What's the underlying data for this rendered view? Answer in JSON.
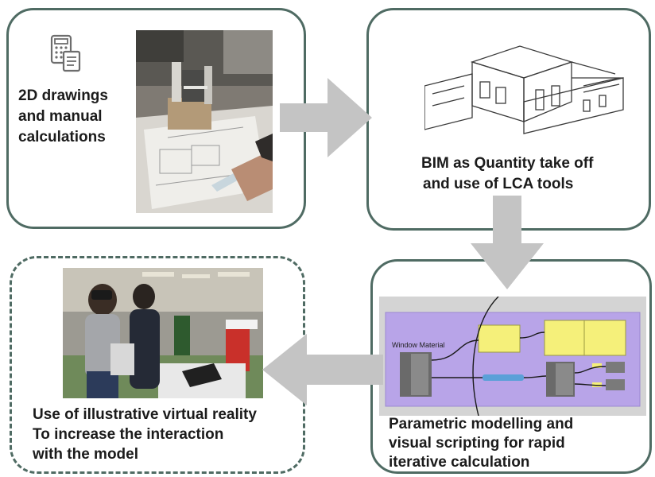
{
  "panels": {
    "drawings": {
      "line1": "2D drawings",
      "line2": "and manual",
      "line3": "calculations",
      "icon": "calculator-document-icon"
    },
    "bim": {
      "line1": "BIM as Quantity take off",
      "line2": "and use of LCA tools"
    },
    "parametric": {
      "line1": "Parametric modelling and",
      "line2": "visual scripting for rapid",
      "line3": "iterative calculation",
      "graph_title": "Window Material"
    },
    "vr": {
      "line1": "Use of illustrative virtual reality",
      "line2": "To increase the interaction",
      "line3": "with the model"
    }
  },
  "colors": {
    "border": "#4f6b63",
    "arrow": "#c4c4c4",
    "scripting_bg": "#b8a4e8",
    "note_yellow": "#f5f07a"
  }
}
